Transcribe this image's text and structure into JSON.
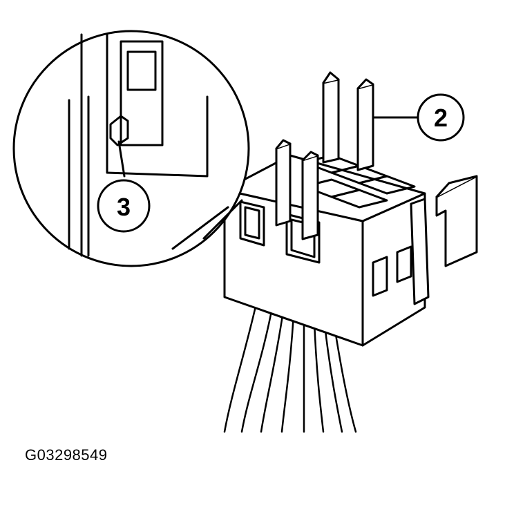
{
  "figure": {
    "id": "G03298549",
    "callouts": [
      {
        "number": "2",
        "target": "locking-tab"
      },
      {
        "number": "3",
        "target": "detail-latch"
      }
    ],
    "colors": {
      "line": "#000000",
      "background": "#ffffff"
    }
  }
}
